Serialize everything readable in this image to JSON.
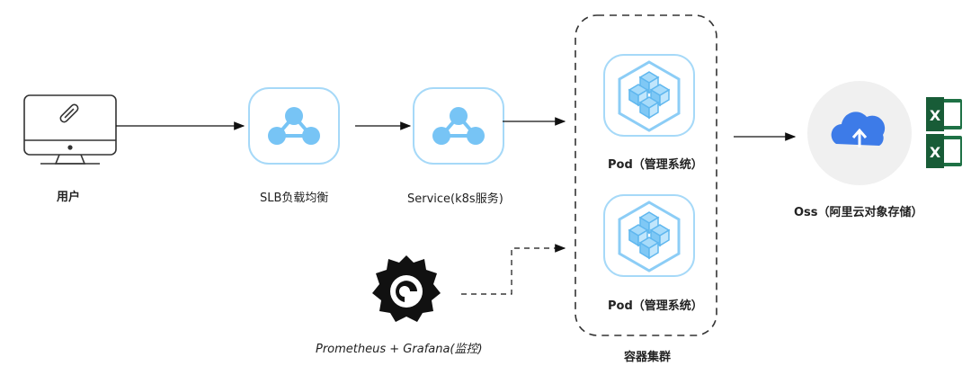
{
  "nodes": {
    "user": {
      "label": "用户",
      "icon": "monitor-icon"
    },
    "slb": {
      "label": "SLB负载均衡",
      "icon": "network-node-icon"
    },
    "service": {
      "label": "Service(k8s服务)",
      "icon": "network-node-icon"
    },
    "pod_top": {
      "label": "Pod（管理系统）",
      "icon": "cube-cluster-icon"
    },
    "pod_bottom": {
      "label": "Pod（管理系统）",
      "icon": "cube-cluster-icon"
    },
    "cluster": {
      "label": "容器集群"
    },
    "monitor": {
      "label": "Prometheus + Grafana(监控)",
      "icon": "grafana-logo-icon"
    },
    "oss": {
      "label": "Oss（阿里云对象存储）",
      "icon": "cloud-upload-icon"
    },
    "excel_icons": [
      "excel-file-icon",
      "excel-file-icon"
    ]
  },
  "colors": {
    "accent": "#75c4f5",
    "tile_border": "#9bd4f8",
    "cube": "#8ccdf6",
    "cloud": "#3d7be8",
    "excel": "#1e7145",
    "dark": "#222222"
  }
}
